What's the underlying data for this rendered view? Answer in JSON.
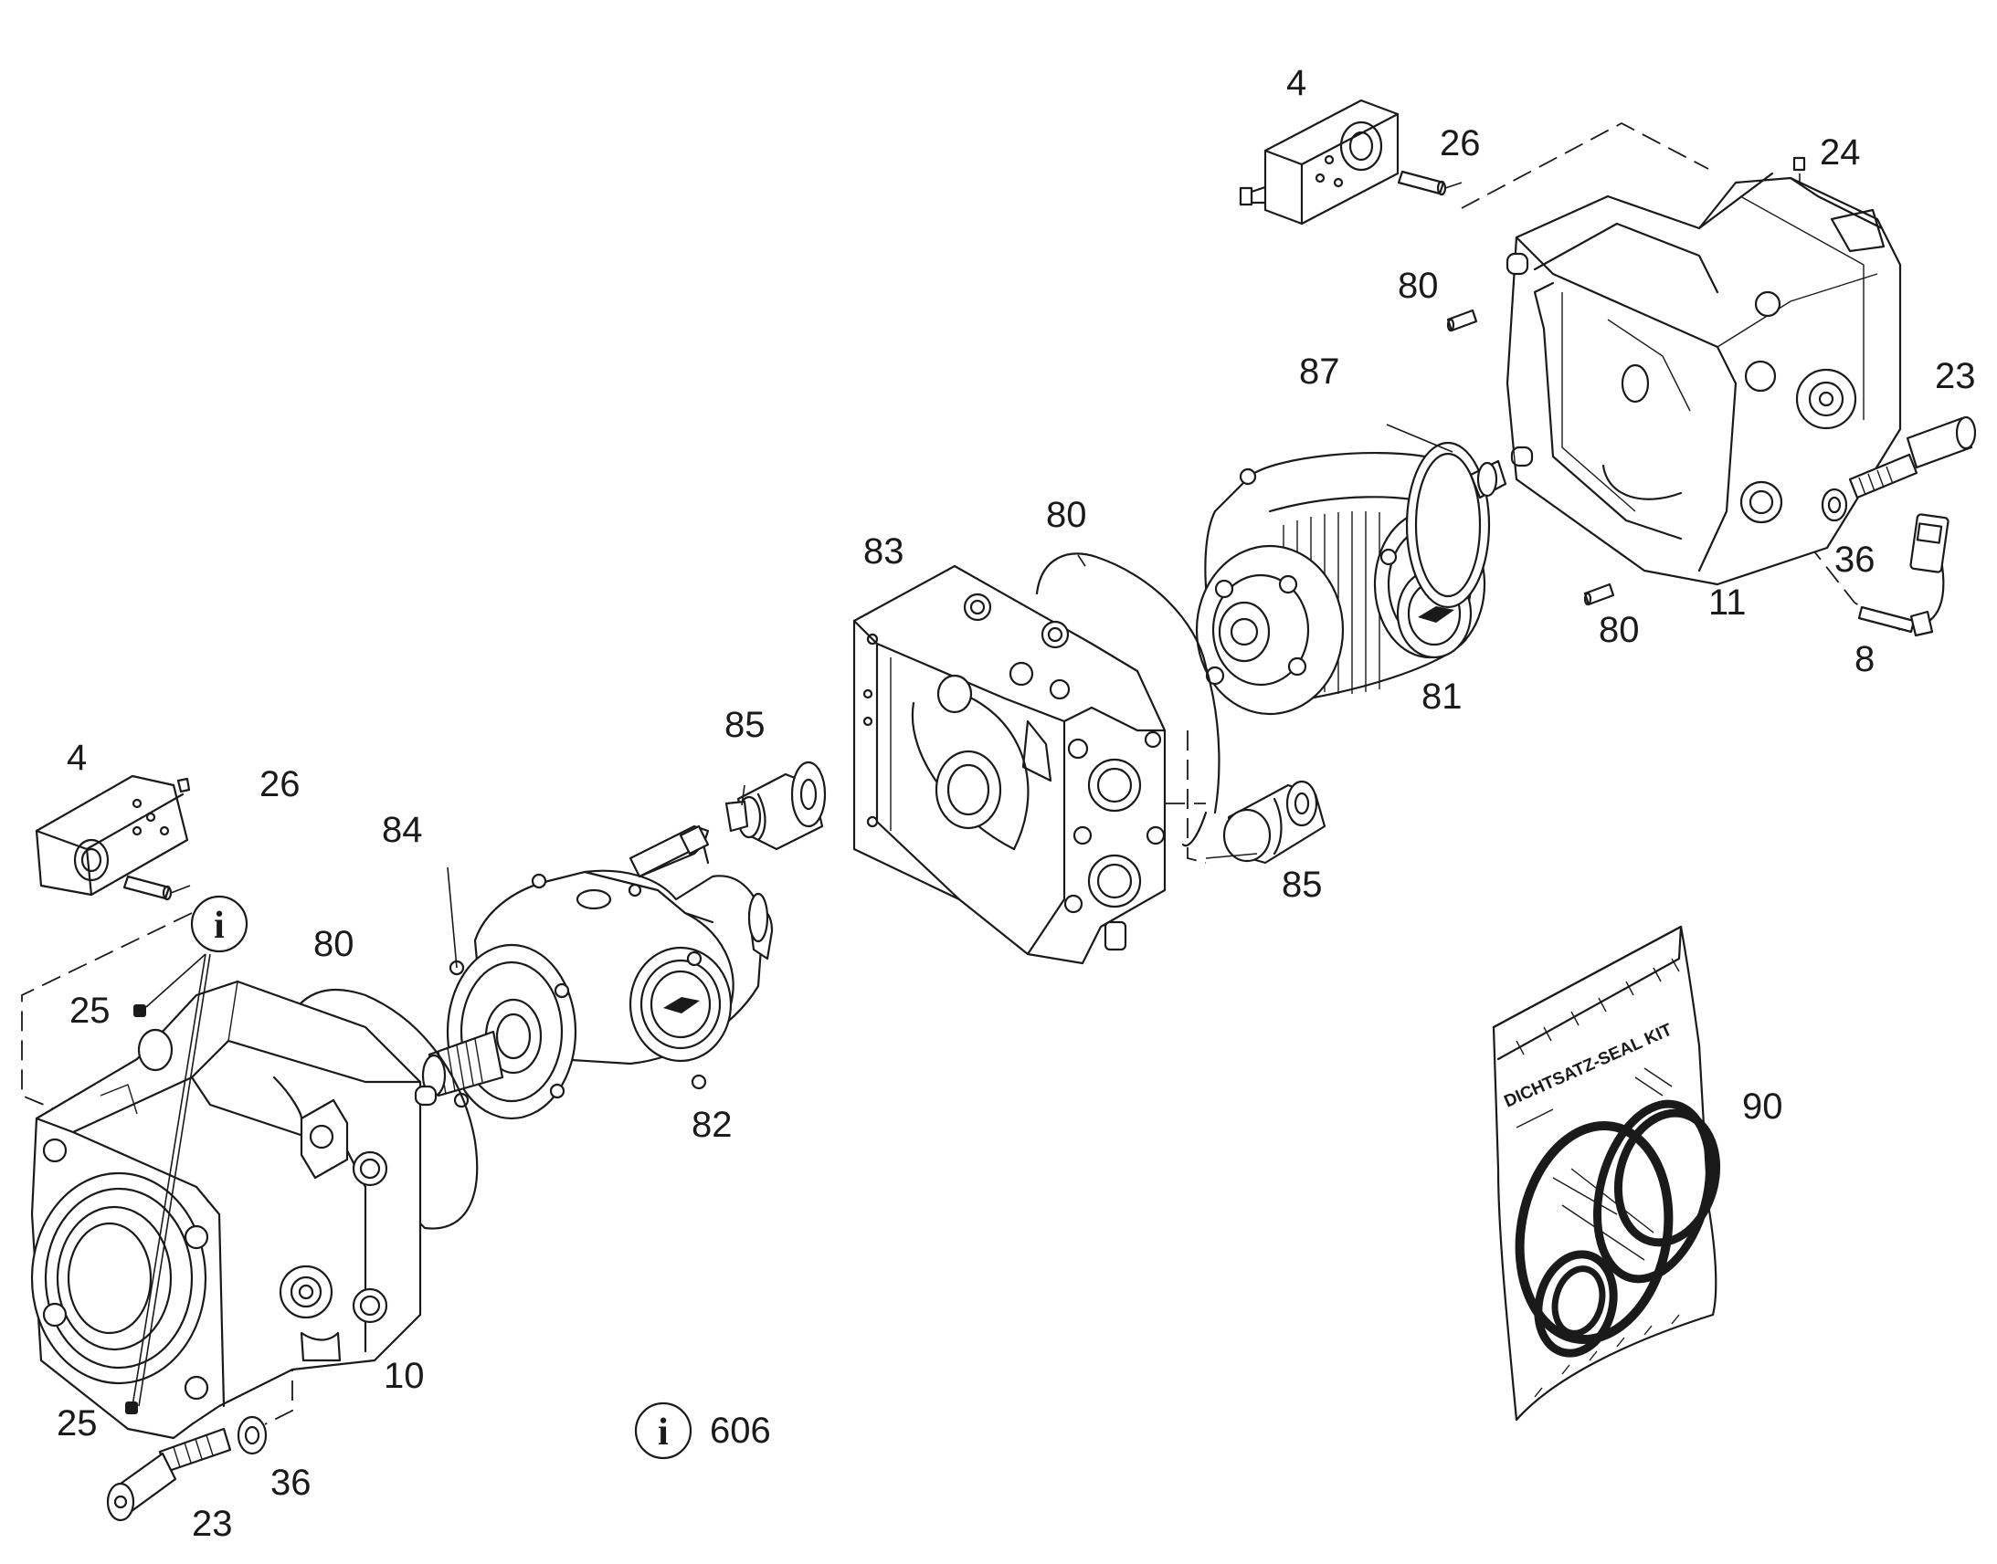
{
  "part_labels": {
    "p4_top": "4",
    "p26_top": "26",
    "p24": "24",
    "p80_a": "80",
    "p87": "87",
    "p23_top": "23",
    "p80_b": "80",
    "p83": "83",
    "p36_top": "36",
    "p11": "11",
    "p80_c": "80",
    "p8": "8",
    "p81": "81",
    "p85_a": "85",
    "p85_b": "85",
    "p4_left": "4",
    "p26_left": "26",
    "p84": "84",
    "p80_d": "80",
    "p25_a": "25",
    "p82": "82",
    "p90": "90",
    "p10": "10",
    "p25_b": "25",
    "p36_bottom": "36",
    "p23_bottom": "23"
  },
  "info_note": {
    "symbol": "i",
    "reference": "606"
  },
  "seal_kit": {
    "bag_text": "DICHTSATZ-SEAL KIT"
  },
  "icons": [
    "info-icon"
  ]
}
